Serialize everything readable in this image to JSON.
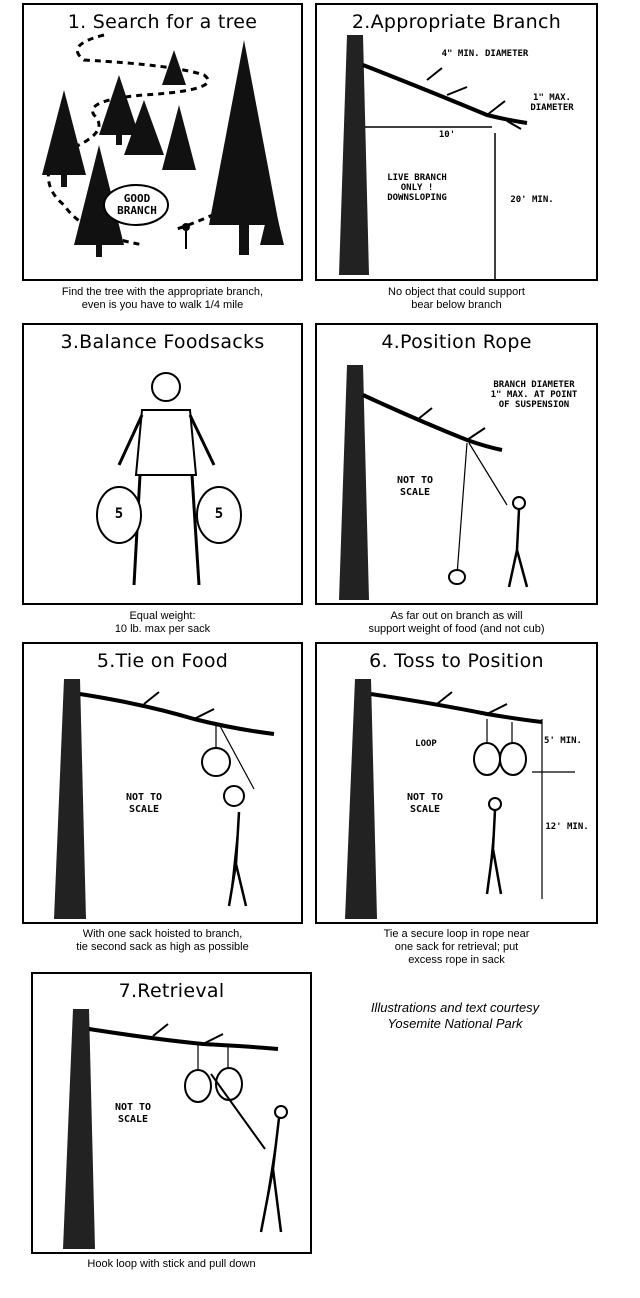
{
  "panels": [
    {
      "title": "1. Search for a tree",
      "caption": "Find the tree with the appropriate branch,\neven is you have to walk 1/4 mile",
      "labels": {
        "good_branch": "GOOD\nBRANCH"
      }
    },
    {
      "title": "2.Appropriate Branch",
      "caption": "No object that could support\nbear below branch",
      "labels": {
        "min_diameter": "4\" MIN. DIAMETER",
        "max_diameter": "1\" MAX.\nDIAMETER",
        "distance": "10'",
        "live_branch": "LIVE BRANCH\nONLY !\nDOWNSLOPING",
        "height": "20' MIN."
      }
    },
    {
      "title": "3.Balance Foodsacks",
      "caption": "Equal weight:\n10 lb. max per sack",
      "labels": {
        "sack_left": "5",
        "sack_right": "5"
      }
    },
    {
      "title": "4.Position Rope",
      "caption": "As far out on branch as will\nsupport weight of food (and not cub)",
      "labels": {
        "branch_diameter": "BRANCH DIAMETER\n1\" MAX. AT POINT\nOF SUSPENSION",
        "not_to_scale": "NOT TO\nSCALE"
      }
    },
    {
      "title": "5.Tie on Food",
      "caption": "With one sack hoisted to branch,\ntie second sack as high as possible",
      "labels": {
        "not_to_scale": "NOT TO\nSCALE"
      }
    },
    {
      "title": "6. Toss to Position",
      "caption": "Tie a secure loop in rope near\none sack for retrieval; put\nexcess rope in sack",
      "labels": {
        "loop": "LOOP",
        "five_min": "5' MIN.",
        "twelve_min": "12' MIN.",
        "not_to_scale": "NOT TO\nSCALE"
      }
    },
    {
      "title": "7.Retrieval",
      "caption": "Hook loop with stick and pull down",
      "labels": {
        "not_to_scale": "NOT TO\nSCALE"
      }
    }
  ],
  "credit": "Illustrations and text courtesy\nYosemite National Park"
}
